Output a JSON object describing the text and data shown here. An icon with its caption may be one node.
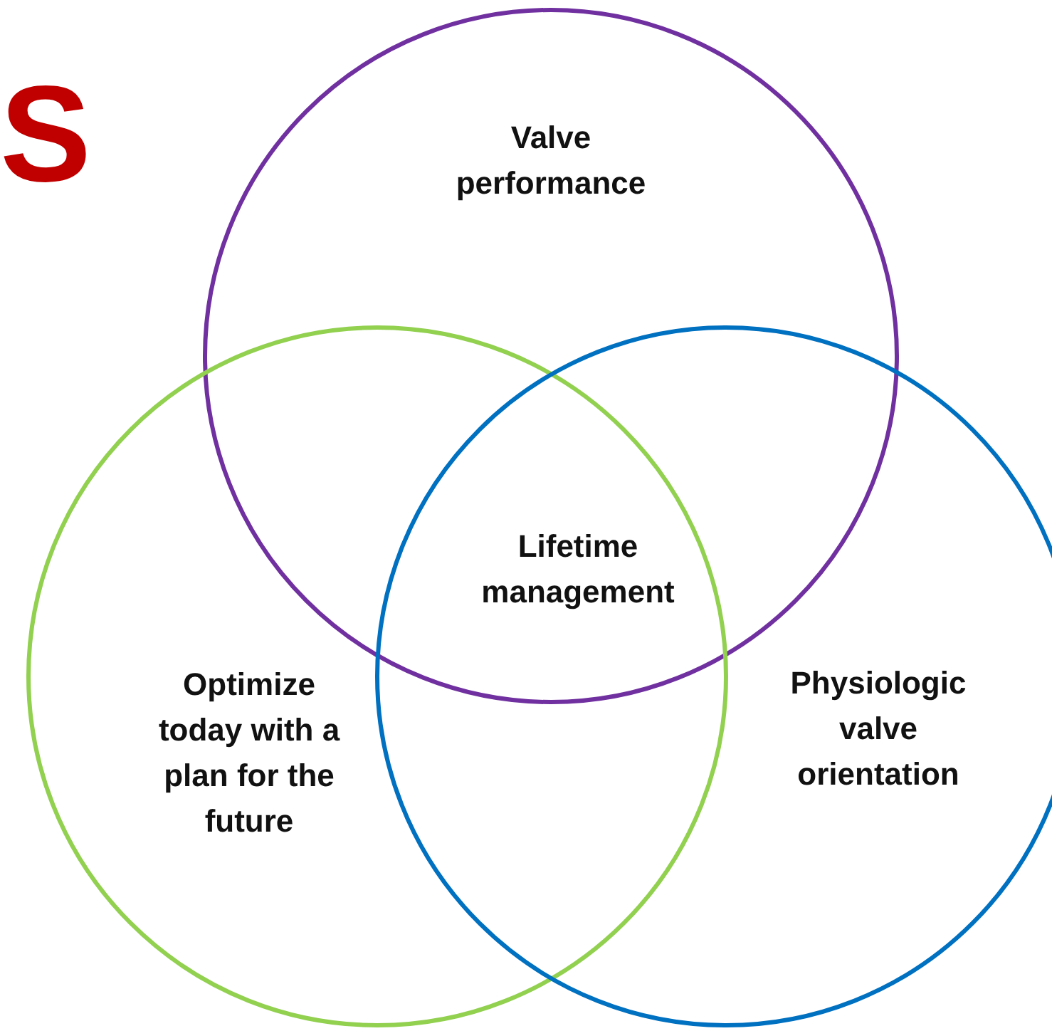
{
  "diagram": {
    "nodes": [
      {
        "text": [
          "Valve performance"
        ]
      },
      {
        "text": [
          "Optimize today with a plan for the future"
        ]
      },
      {
        "text": [
          "Physiologic valve orientation"
        ]
      }
    ],
    "edges": [],
    "labels": [
      "S",
      "Lifetime management"
    ]
  }
}
